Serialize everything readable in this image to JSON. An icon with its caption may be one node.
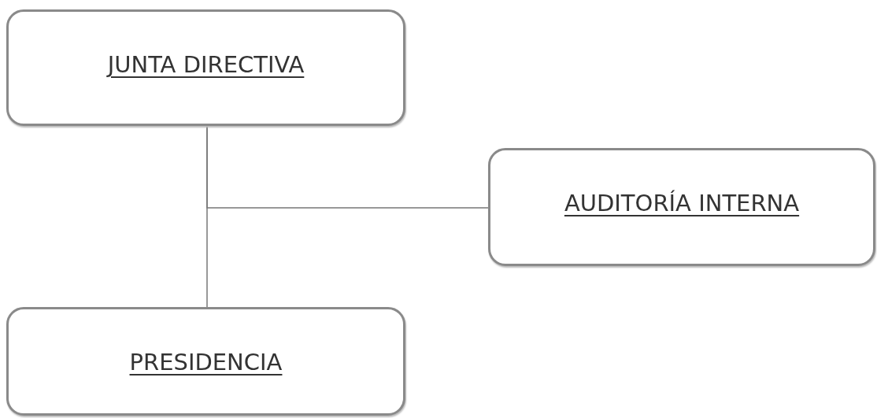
{
  "diagram": {
    "nodes": [
      {
        "text": [
          "JUNTA DIRECTIVA"
        ]
      },
      {
        "text": [
          "AUDITORÍA INTERNA"
        ]
      },
      {
        "text": [
          "PRESIDENCIA"
        ]
      }
    ],
    "edges": [
      {
        "from": 0,
        "to": 2,
        "arrow": "none"
      },
      {
        "from": 0,
        "to": 1,
        "arrow": "none"
      }
    ]
  }
}
